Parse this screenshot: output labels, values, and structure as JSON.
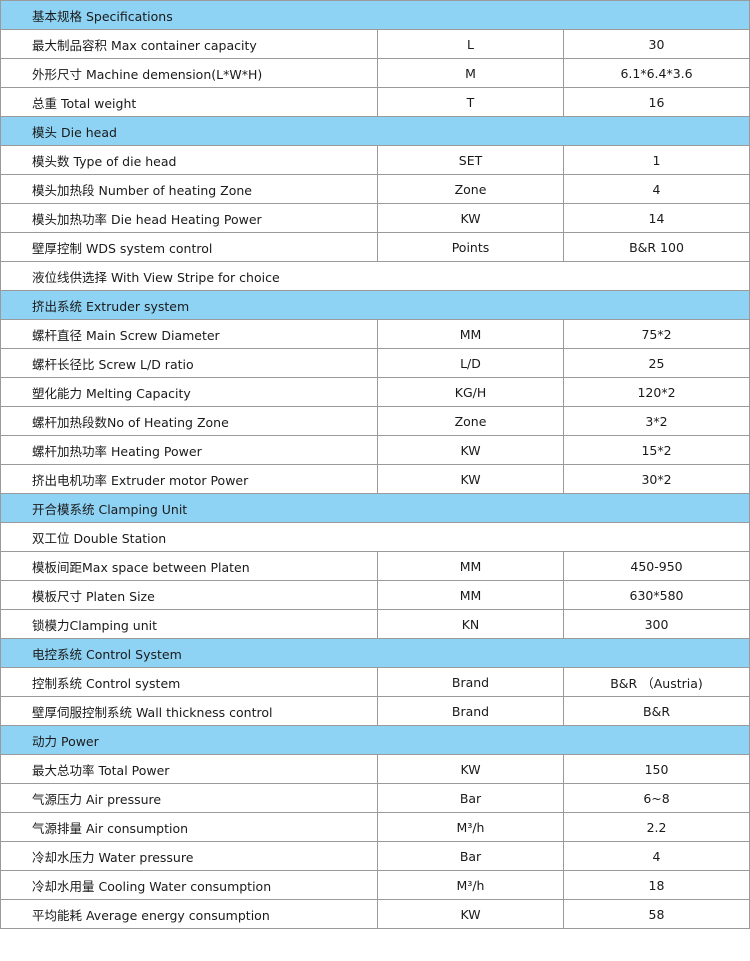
{
  "sections": [
    {
      "title": "基本规格 Specifications",
      "rows": [
        {
          "label": "最大制品容积 Max container capacity",
          "unit": "L",
          "value": "30"
        },
        {
          "label": "外形尺寸 Machine demension(L*W*H)",
          "unit": "M",
          "value": "6.1*6.4*3.6"
        },
        {
          "label": "总重 Total weight",
          "unit": "T",
          "value": "16"
        }
      ]
    },
    {
      "title": "模头 Die head",
      "rows": [
        {
          "label": "模头数 Type of die head",
          "unit": "SET",
          "value": "1"
        },
        {
          "label": "模头加热段 Number of heating Zone",
          "unit": "Zone",
          "value": "4"
        },
        {
          "label": "模头加热功率 Die head Heating Power",
          "unit": "KW",
          "value": "14"
        },
        {
          "label": "壁厚控制 WDS system control",
          "unit": "Points",
          "value": "B&R 100"
        },
        {
          "label": "液位线供选择 With View Stripe for choice",
          "full": true
        }
      ]
    },
    {
      "title": "挤出系统 Extruder system",
      "rows": [
        {
          "label": "螺杆直径 Main Screw Diameter",
          "unit": "MM",
          "value": "75*2"
        },
        {
          "label": "螺杆长径比 Screw L/D ratio",
          "unit": "L/D",
          "value": "25"
        },
        {
          "label": "塑化能力 Melting Capacity",
          "unit": "KG/H",
          "value": "120*2"
        },
        {
          "label": "螺杆加热段数No of Heating Zone",
          "unit": "Zone",
          "value": "3*2"
        },
        {
          "label": "螺杆加热功率 Heating Power",
          "unit": "KW",
          "value": "15*2"
        },
        {
          "label": "挤出电机功率 Extruder motor Power",
          "unit": "KW",
          "value": "30*2"
        }
      ]
    },
    {
      "title": "开合模系统 Clamping Unit",
      "rows": [
        {
          "label": "双工位 Double  Station",
          "full": true
        },
        {
          "label": "模板间距Max space between Platen",
          "unit": "MM",
          "value": "450-950"
        },
        {
          "label": "模板尺寸 Platen Size",
          "unit": "MM",
          "value": "630*580"
        },
        {
          "label": "锁模力Clamping unit",
          "unit": "KN",
          "value": "300"
        }
      ]
    },
    {
      "title": "电控系统 Control System",
      "rows": [
        {
          "label": "控制系统 Control system",
          "unit": "Brand",
          "value": "B&R （Austria)"
        },
        {
          "label": "壁厚伺服控制系统 Wall thickness control",
          "unit": "Brand",
          "value": "B&R"
        }
      ]
    },
    {
      "title": "动力 Power",
      "rows": [
        {
          "label": "最大总功率 Total Power",
          "unit": "KW",
          "value": "150"
        },
        {
          "label": "气源压力 Air pressure",
          "unit": "Bar",
          "value": "6~8"
        },
        {
          "label": "气源排量 Air consumption",
          "unit": "M³/h",
          "value": "2.2"
        },
        {
          "label": "冷却水压力 Water pressure",
          "unit": "Bar",
          "value": "4"
        },
        {
          "label": "冷却水用量 Cooling Water consumption",
          "unit": "M³/h",
          "value": "18"
        },
        {
          "label": "平均能耗 Average energy consumption",
          "unit": "KW",
          "value": "58"
        }
      ]
    }
  ]
}
